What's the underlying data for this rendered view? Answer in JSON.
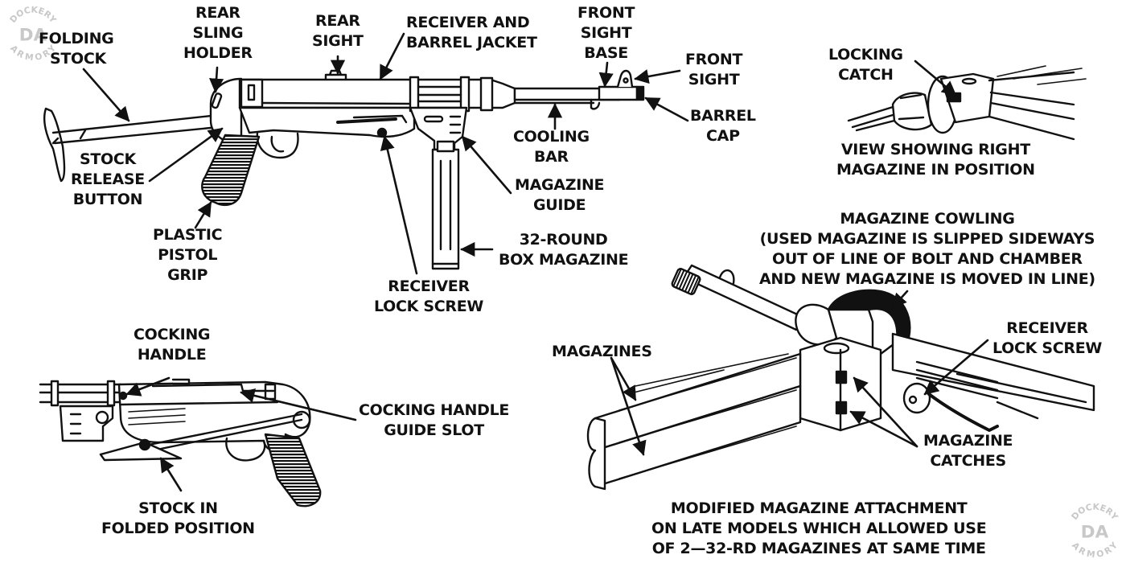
{
  "diagram": {
    "subject": "MP40 submachine gun — nomenclature",
    "ink_color": "#111111",
    "background_color": "#ffffff",
    "watermark": {
      "monogram": "DA",
      "arc_top": "DOCKERY",
      "arc_bottom": "ARMORY",
      "color": "#c8c8c8"
    },
    "labels": {
      "folding_stock": [
        "FOLDING",
        "STOCK"
      ],
      "rear_sling_holder": [
        "REAR",
        "SLING",
        "HOLDER"
      ],
      "rear_sight": [
        "REAR",
        "SIGHT"
      ],
      "receiver_barrel_jacket": [
        "RECEIVER AND",
        "BARREL JACKET"
      ],
      "front_sight_base": [
        "FRONT",
        "SIGHT",
        "BASE"
      ],
      "front_sight": [
        "FRONT",
        "SIGHT"
      ],
      "barrel_cap": [
        "BARREL",
        "CAP"
      ],
      "cooling_bar": [
        "COOLING",
        "BAR"
      ],
      "magazine_guide": [
        "MAGAZINE",
        "GUIDE"
      ],
      "box_magazine": [
        "32-ROUND",
        "BOX MAGAZINE"
      ],
      "receiver_lock_screw_main": [
        "RECEIVER",
        "LOCK SCREW"
      ],
      "stock_release_button": [
        "STOCK",
        "RELEASE",
        "BUTTON"
      ],
      "plastic_pistol_grip": [
        "PLASTIC",
        "PISTOL",
        "GRIP"
      ],
      "locking_catch": [
        "LOCKING",
        "CATCH"
      ],
      "view_right_magazine": [
        "VIEW SHOWING RIGHT",
        "MAGAZINE IN POSITION"
      ],
      "magazine_cowling": [
        "MAGAZINE COWLING",
        "(USED MAGAZINE IS SLIPPED SIDEWAYS",
        "OUT OF LINE OF BOLT AND CHAMBER",
        "AND NEW MAGAZINE IS MOVED IN LINE)"
      ],
      "receiver_lock_screw_detail": [
        "RECEIVER",
        "LOCK SCREW"
      ],
      "magazines": [
        "MAGAZINES"
      ],
      "magazine_catches": [
        "MAGAZINE",
        "CATCHES"
      ],
      "modified_attachment": [
        "MODIFIED MAGAZINE ATTACHMENT",
        "ON LATE MODELS WHICH ALLOWED USE",
        "OF 2—32-RD MAGAZINES AT SAME TIME"
      ],
      "cocking_handle": [
        "COCKING",
        "HANDLE"
      ],
      "cocking_handle_guide_slot": [
        "COCKING HANDLE",
        "GUIDE SLOT"
      ],
      "stock_folded": [
        "STOCK IN",
        "FOLDED POSITION"
      ]
    }
  }
}
